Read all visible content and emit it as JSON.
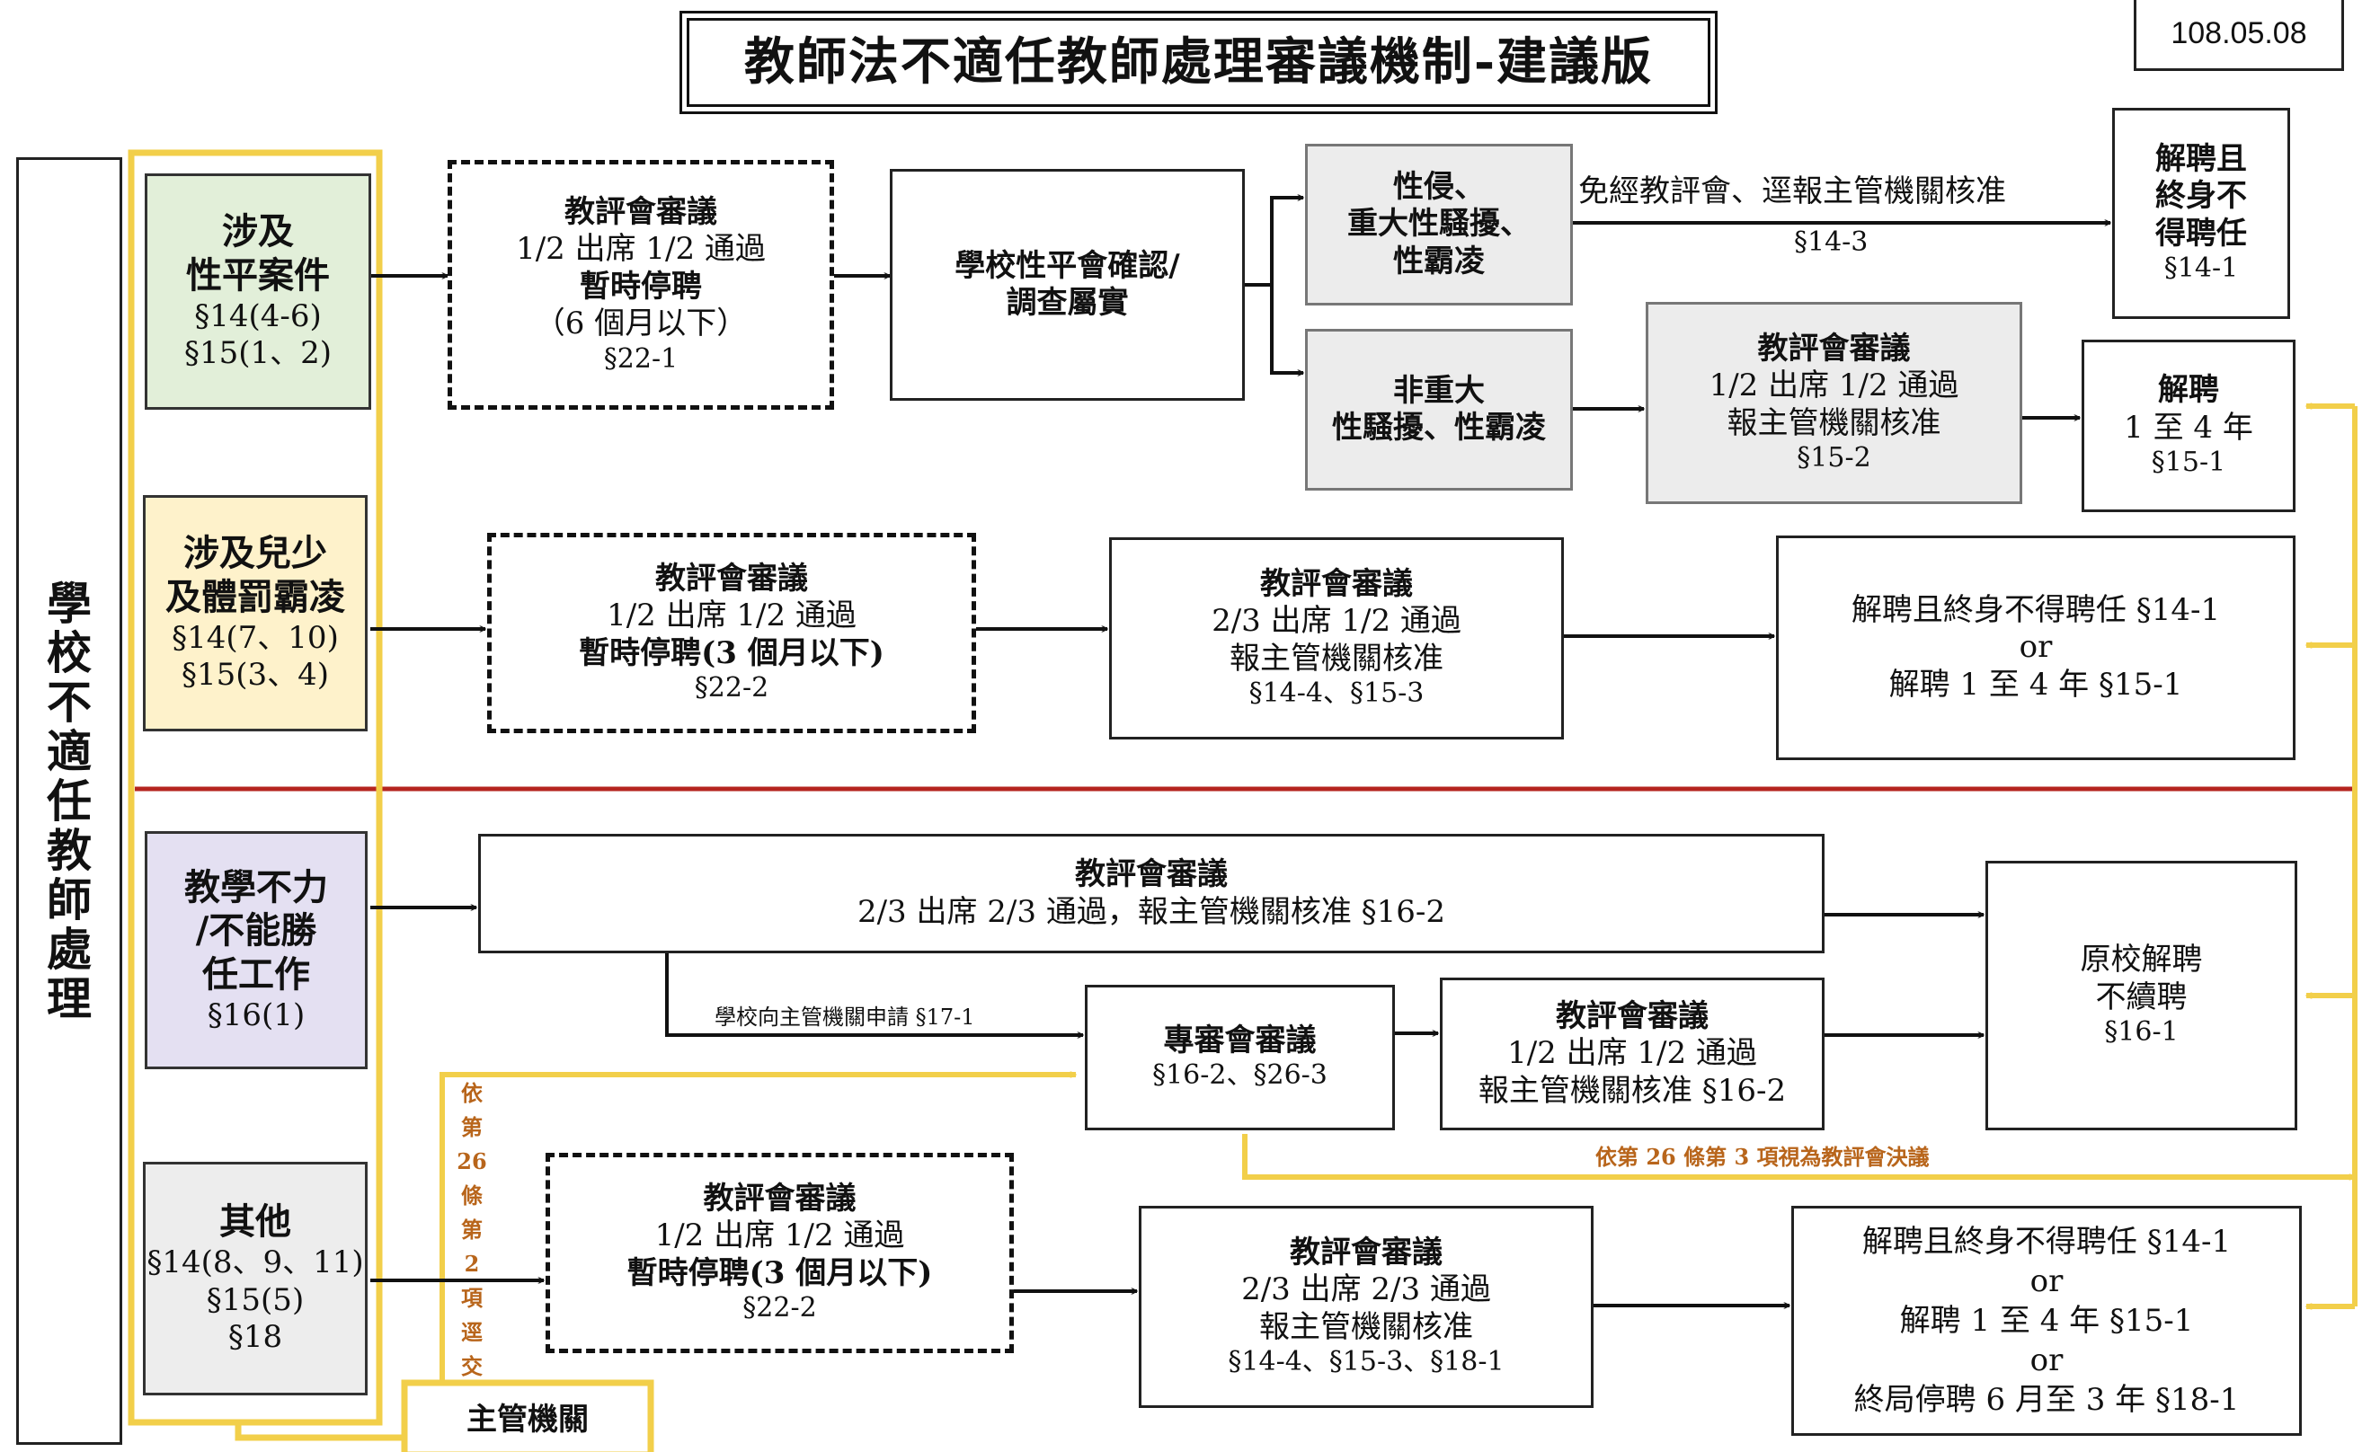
{
  "title": "教師法不適任教師處理審議機制-建議版",
  "date": "108.05.08",
  "left_label": [
    "學",
    "校",
    "不",
    "適",
    "任",
    "教",
    "師",
    "處",
    "理"
  ],
  "categories": {
    "gender": [
      "涉及",
      "性平案件",
      "§14(4-6)",
      "§15(1、2)"
    ],
    "child": [
      "涉及兒少",
      "及體罰霸凌",
      "§14(7、10)",
      "§15(3、4)"
    ],
    "teaching": [
      "教學不力",
      "/不能勝",
      "任工作",
      "§16(1)"
    ],
    "other": [
      "其他",
      "§14(8、9、11)",
      "§15(5)",
      "§18"
    ]
  },
  "authority_box": "主管機關",
  "row1": {
    "review": [
      "教評會審議",
      "1/2 出席 1/2 通過",
      "暫時停聘",
      "（6 個月以下）",
      "§22-1"
    ],
    "investigate": [
      "學校性平會確認/",
      "調查屬實"
    ],
    "severe": [
      "性侵、",
      "重大性騷擾、",
      "性霸凌"
    ],
    "severe_arrow_label": "免經教評會、逕報主管機關核准",
    "severe_arrow_ref": "§14-3",
    "severe_result": [
      "解聘且",
      "終身不",
      "得聘任",
      "§14-1"
    ],
    "nonsevere": [
      "非重大",
      "性騷擾、性霸凌"
    ],
    "nonsevere_review": [
      "教評會審議",
      "1/2 出席 1/2 通過",
      "報主管機關核准",
      "§15-2"
    ],
    "nonsevere_result": [
      "解聘",
      "1 至 4 年",
      "§15-1"
    ]
  },
  "row2": {
    "review": [
      "教評會審議",
      "1/2 出席 1/2 通過",
      "暫時停聘(3 個月以下)",
      "§22-2"
    ],
    "review2": [
      "教評會審議",
      "2/3 出席 1/2 通過",
      "報主管機關核准",
      "§14-4、§15-3"
    ],
    "result": [
      "解聘且終身不得聘任  §14-1",
      "or",
      "解聘 1 至 4 年  §15-1"
    ]
  },
  "row3": {
    "review": [
      "教評會審議",
      "2/3 出席 2/3 通過，報主管機關核准    §16-2"
    ],
    "apply_label": "學校向主管機關申請 §17-1",
    "special": [
      "專審會審議",
      "§16-2、§26-3"
    ],
    "review2": [
      "教評會審議",
      "1/2 出席 1/2 通過",
      "報主管機關核准 §16-2"
    ],
    "result": [
      "原校解聘",
      "不續聘",
      "§16-1"
    ],
    "deem_label": "依第 26 條第 3 項視為教評會決議",
    "vertical_label": [
      "依",
      "第",
      "26",
      "條",
      "第",
      "2",
      "項",
      "逕",
      "交"
    ]
  },
  "row4": {
    "review": [
      "教評會審議",
      "1/2 出席 1/2 通過",
      "暫時停聘(3 個月以下)",
      "§22-2"
    ],
    "review2": [
      "教評會審議",
      "2/3 出席 2/3 通過",
      "報主管機關核准",
      "§14-4、§15-3、§18-1"
    ],
    "result": [
      "解聘且終身不得聘任  §14-1",
      "or",
      "解聘 1 至 4 年  §15-1",
      "or",
      "終局停聘 6 月至 3 年  §18-1"
    ]
  },
  "colors": {
    "yellow": "#f2cf4a",
    "label_orange": "#b8651b",
    "divider_red": "#b5241f",
    "gender_fill": "#e2efd9",
    "child_fill": "#fef2cb",
    "teaching_fill": "#e4e0f2",
    "other_fill": "#ededed",
    "gray_fill": "#ececec"
  }
}
